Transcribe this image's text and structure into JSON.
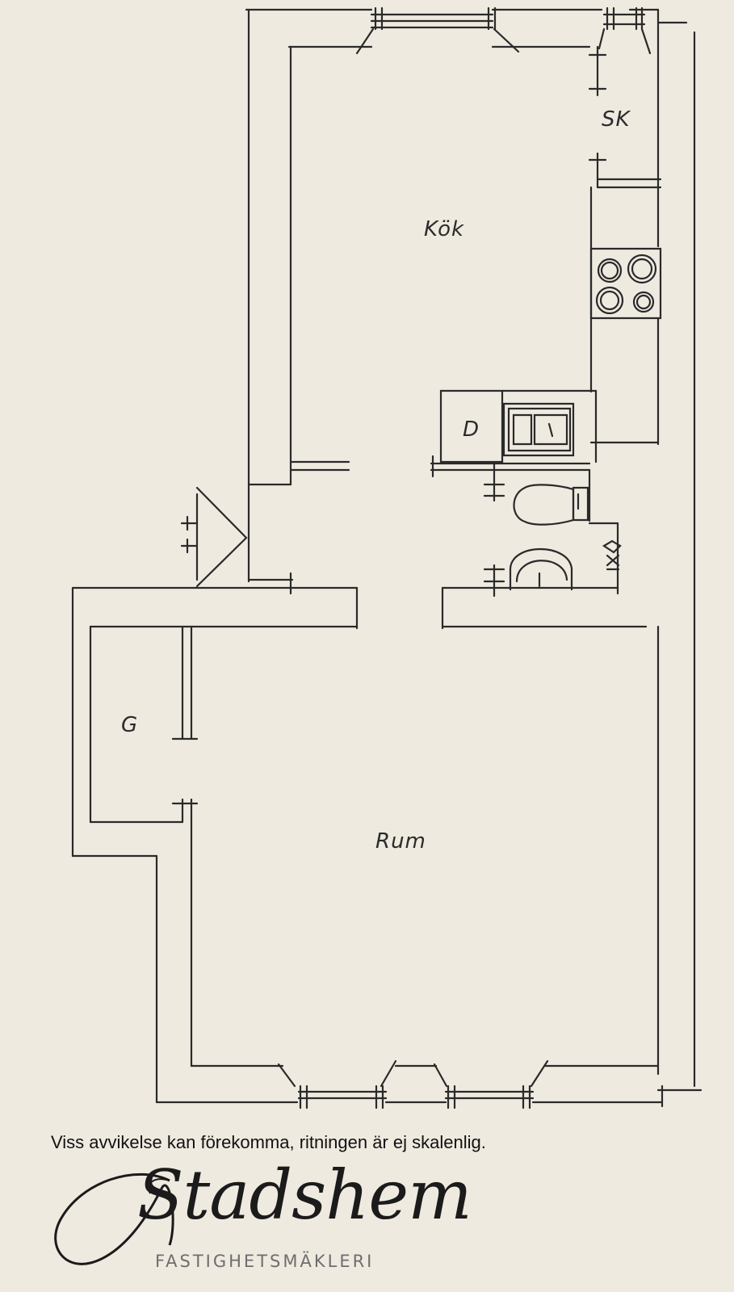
{
  "rooms": {
    "kitchen": "Kök",
    "closet": "SK",
    "dishwasher": "D",
    "wardrobe": "G",
    "living_room": "Rum"
  },
  "footer": {
    "disclaimer": "Viss avvikelse kan förekomma, ritningen är ej skalenlig."
  },
  "brand": {
    "logo_name": "Stadshem",
    "tagline": "FASTIGHETSMÄKLERI"
  },
  "colors": {
    "background": "#efeae0",
    "ink": "#2b2b2b"
  }
}
